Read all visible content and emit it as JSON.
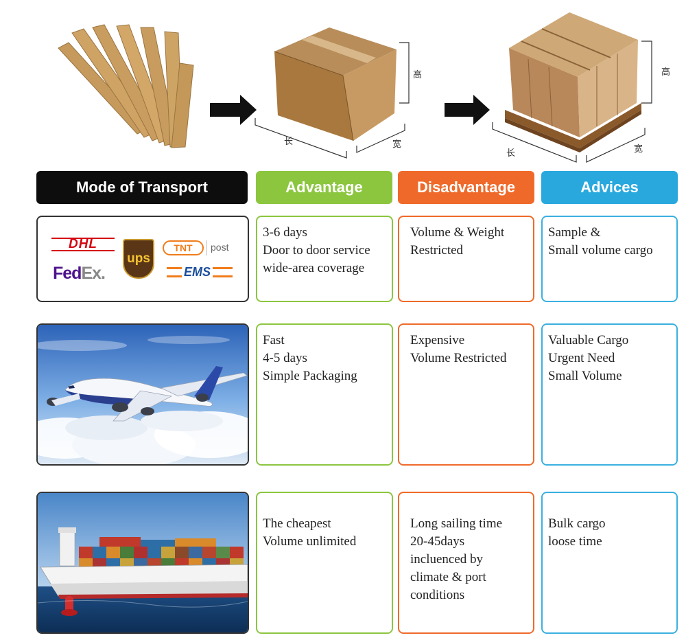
{
  "packaging": {
    "dim_length": "长",
    "dim_width": "宽",
    "dim_height": "高"
  },
  "headers": {
    "mode": "Mode of Transport",
    "advantage": "Advantage",
    "disadvantage": "Disadvantage",
    "advices": "Advices"
  },
  "colors": {
    "advantage": "#8cc63f",
    "disadvantage": "#ef6a2a",
    "advices": "#29a8de",
    "mode": "#0d0d0d"
  },
  "rows": [
    {
      "mode_logos": {
        "dhl": "DHL",
        "ups": "ups",
        "tnt": "TNT",
        "post": "post",
        "fedex": "FedEx",
        "ems": "EMS"
      },
      "advantage": [
        "3-6 days",
        "Door to door service",
        "wide-area coverage"
      ],
      "disadvantage": [
        "Volume & Weight",
        "Restricted"
      ],
      "advices": [
        "Sample &",
        "Small volume cargo"
      ]
    },
    {
      "mode_image": "airplane-in-clouds",
      "advantage": [
        "Fast",
        "4-5 days",
        "Simple Packaging"
      ],
      "disadvantage": [
        "Expensive",
        "Volume Restricted"
      ],
      "advices": [
        "Valuable Cargo",
        "Urgent Need",
        "Small Volume"
      ]
    },
    {
      "mode_image": "container-ship",
      "advantage": [
        "The cheapest",
        "Volume unlimited"
      ],
      "disadvantage": [
        "Long sailing time",
        "20-45days",
        "incluenced by",
        "climate & port",
        "conditions"
      ],
      "advices": [
        "Bulk cargo",
        "loose time"
      ]
    }
  ]
}
